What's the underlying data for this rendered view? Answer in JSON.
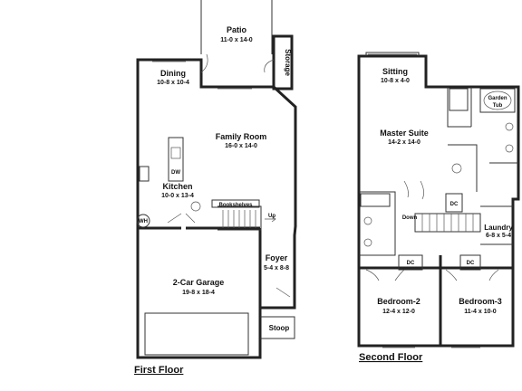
{
  "first_floor": {
    "caption": "First Floor",
    "rooms": {
      "patio": {
        "name": "Patio",
        "dims": "11-0 x 14-0"
      },
      "storage": {
        "name": "Storage"
      },
      "dining": {
        "name": "Dining",
        "dims": "10-8 x 10-4"
      },
      "family_room": {
        "name": "Family Room",
        "dims": "16-0 x 14-0"
      },
      "kitchen": {
        "name": "Kitchen",
        "dims": "10-0 x 13-4"
      },
      "foyer": {
        "name": "Foyer",
        "dims": "5-4 x 8-8"
      },
      "garage": {
        "name": "2-Car Garage",
        "dims": "19-8 x 18-4"
      },
      "stoop": {
        "name": "Stoop"
      }
    },
    "labels": {
      "bookshelves": "Bookshelves",
      "up": "Up",
      "wh": "WH",
      "dw": "DW"
    }
  },
  "second_floor": {
    "caption": "Second Floor",
    "rooms": {
      "sitting": {
        "name": "Sitting",
        "dims": "10-8 x 4-0"
      },
      "master_suite": {
        "name": "Master Suite",
        "dims": "14-2 x 14-0"
      },
      "laundry": {
        "name": "Laundry",
        "dims": "6-8 x 5-4"
      },
      "bedroom2": {
        "name": "Bedroom-2",
        "dims": "12-4 x 12-0"
      },
      "bedroom3": {
        "name": "Bedroom-3",
        "dims": "11-4 x 10-0"
      }
    },
    "labels": {
      "garden_tub_1": "Garden",
      "garden_tub_2": "Tub",
      "down": "Down",
      "dc": "DC"
    }
  }
}
